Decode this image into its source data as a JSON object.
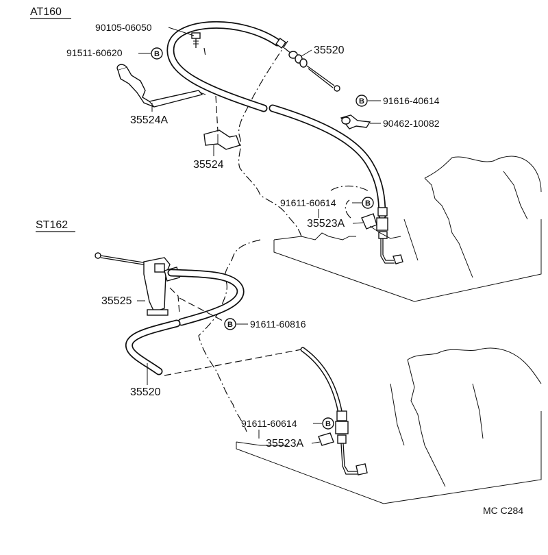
{
  "sections": {
    "upper": "AT160",
    "lower": "ST162"
  },
  "labels": {
    "p90105": "90105-06050",
    "p91511": "91511-60620",
    "p35520_top": "35520",
    "p35524A": "35524A",
    "p91616": "91616-40614",
    "p90462": "90462-10082",
    "p35524": "35524",
    "p91611_top": "91611-60614",
    "p35523A_top": "35523A",
    "p35525": "35525",
    "p91611_mid": "91611-60816",
    "p35520_bot": "35520",
    "p91611_bot": "91611-60614",
    "p35523A_bot": "35523A"
  },
  "badge_letter": "B",
  "footer_code": "MC C284"
}
